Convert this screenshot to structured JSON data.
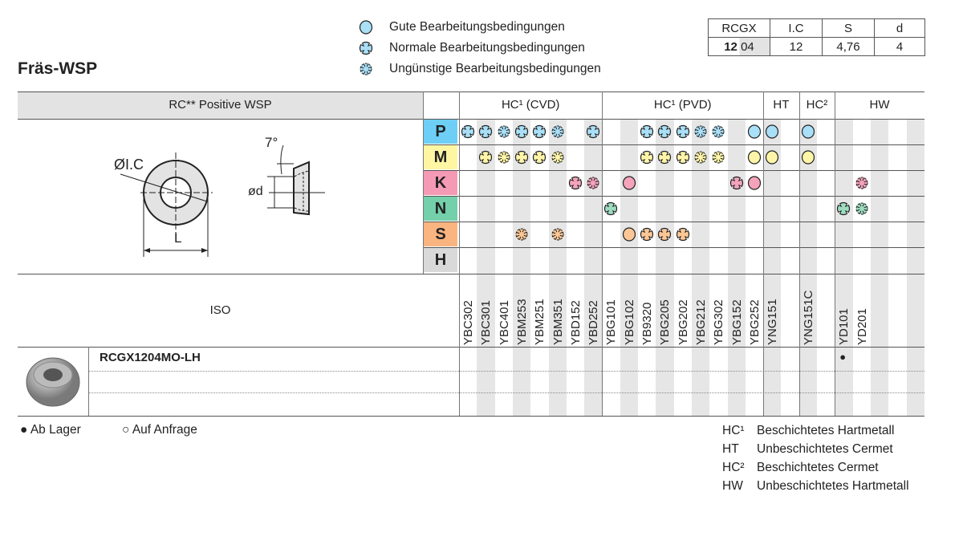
{
  "title": "Fräs-WSP",
  "legend": [
    {
      "level": "g",
      "label": "Gute Bearbeitungsbedingungen"
    },
    {
      "level": "n",
      "label": "Normale Bearbeitungsbedingungen"
    },
    {
      "level": "u",
      "label": "Ungünstige Bearbeitungsbedingungen"
    }
  ],
  "spec": {
    "headers": [
      "RCGX",
      "I.C",
      "S",
      "d"
    ],
    "code_bold": "12",
    "code_rest": "04",
    "values": [
      "12",
      "4,76",
      "4"
    ]
  },
  "table": {
    "header": "RC** Positive WSP",
    "groups": [
      {
        "label": "HC¹ (CVD)",
        "cols": 8
      },
      {
        "label": "HC¹ (PVD)",
        "cols": 9
      },
      {
        "label": "HT",
        "cols": 2
      },
      {
        "label": "HC²",
        "cols": 2
      },
      {
        "label": "HW",
        "cols": 5
      }
    ],
    "columns": [
      "YBC302",
      "YBC301",
      "YBC401",
      "YBM253",
      "YBM251",
      "YBM351",
      "YBD152",
      "YBD252",
      "YBG101",
      "YBG102",
      "YB9320",
      "YBG205",
      "YBG202",
      "YBG212",
      "YBG302",
      "YBG152",
      "YBG252",
      "YNG151",
      "",
      "YNG151C",
      "",
      "YD101",
      "YD201",
      "",
      "",
      ""
    ],
    "drawing": {
      "ic": "ØI.C",
      "d": "ød",
      "angle": "7°",
      "L": "L"
    },
    "iso_label": "ISO",
    "materials": [
      {
        "letter": "P",
        "color": "#6dcff6",
        "fill": "#a9dff7",
        "marks": [
          "n",
          "n",
          "u",
          "n",
          "n",
          "u",
          "",
          "n",
          "",
          "",
          "n",
          "n",
          "n",
          "u",
          "u",
          "",
          "g",
          "g",
          "",
          "g",
          "",
          "",
          "",
          "",
          ""
        ]
      },
      {
        "letter": "M",
        "color": "#fff6a3",
        "fill": "#fff5a8",
        "marks": [
          "",
          "n",
          "u",
          "n",
          "n",
          "u",
          "",
          "",
          "",
          "",
          "n",
          "n",
          "n",
          "u",
          "u",
          "",
          "g",
          "g",
          "",
          "g",
          "",
          "",
          "",
          "",
          ""
        ]
      },
      {
        "letter": "K",
        "color": "#f49ab4",
        "fill": "#f4a3bb",
        "marks": [
          "",
          "",
          "",
          "",
          "",
          "",
          "n",
          "u",
          "",
          "g",
          "",
          "",
          "",
          "",
          "",
          "n",
          "g",
          "",
          "",
          "",
          "",
          "",
          "u",
          "",
          ""
        ]
      },
      {
        "letter": "N",
        "color": "#74cfab",
        "fill": "#9edcc0",
        "marks": [
          "",
          "",
          "",
          "",
          "",
          "",
          "",
          "",
          "n",
          "",
          "",
          "",
          "",
          "",
          "",
          "",
          "",
          "",
          "",
          "",
          "",
          "n",
          "u",
          "",
          ""
        ]
      },
      {
        "letter": "S",
        "color": "#fab47f",
        "fill": "#fcc795",
        "marks": [
          "",
          "",
          "",
          "u",
          "",
          "u",
          "",
          "",
          "",
          "g",
          "n",
          "n",
          "n",
          "",
          "",
          "",
          "",
          "",
          "",
          "",
          "",
          "",
          "",
          "",
          ""
        ]
      },
      {
        "letter": "H",
        "color": "#d9d9da",
        "fill": "#ddd",
        "marks": [
          "",
          "",
          "",
          "",
          "",
          "",
          "",
          "",
          "",
          "",
          "",
          "",
          "",
          "",
          "",
          "",
          "",
          "",
          "",
          "",
          "",
          "",
          "",
          "",
          ""
        ]
      }
    ],
    "products": [
      {
        "name": "RCGX1204MO-LH",
        "stock": [
          "",
          "",
          "",
          "",
          "",
          "",
          "",
          "",
          "",
          "",
          "",
          "",
          "",
          "",
          "",
          "",
          "",
          "",
          "",
          "",
          "",
          "x",
          "",
          "",
          "",
          ""
        ]
      }
    ]
  },
  "footer": {
    "stock": "Ab Lager",
    "request": "Auf Anfrage"
  },
  "notes": [
    {
      "abbr": "HC¹",
      "text": "Beschichtetes Hartmetall"
    },
    {
      "abbr": "HT",
      "text": "Unbeschichtetes Cermet"
    },
    {
      "abbr": "HC²",
      "text": "Beschichtetes Cermet"
    },
    {
      "abbr": "HW",
      "text": "Unbeschichtetes Hartmetall"
    }
  ]
}
